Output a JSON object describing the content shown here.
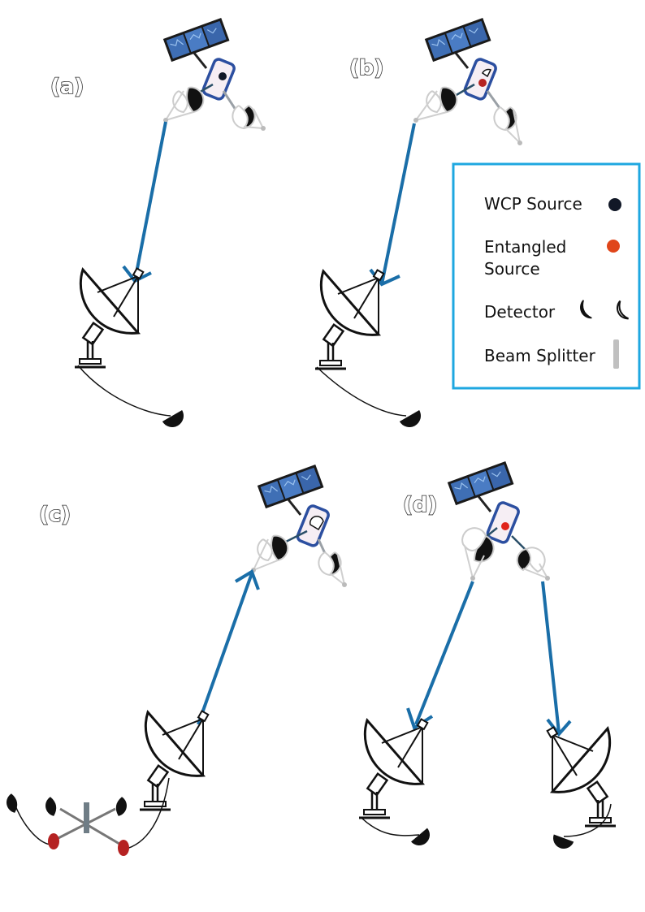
{
  "panels": {
    "a": {
      "label": "(a)"
    },
    "b": {
      "label": "(b)"
    },
    "c": {
      "label": "(c)"
    },
    "d": {
      "label": "(d)"
    }
  },
  "legend": {
    "wcp_source": "WCP Source",
    "entangled_line1": "Entangled",
    "entangled_line2": "Source",
    "detector": "Detector",
    "beam_splitter": "Beam Splitter"
  },
  "colors": {
    "beam": "#1a6ea8",
    "legend_border": "#1ea7e0",
    "wcp_source": "#111827",
    "entangled_source": "#e0461a",
    "station_source": "#b52222",
    "beam_splitter": "#9aa0a6",
    "satellite_frame": "#2c4fa0",
    "satellite_body": "#f6eef4",
    "solar_panel": "#3f6fb5"
  }
}
